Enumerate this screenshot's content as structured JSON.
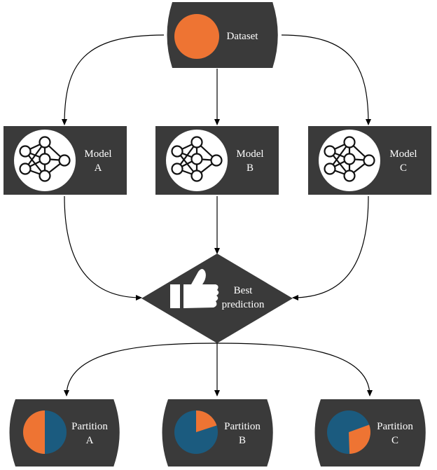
{
  "dataset": {
    "label": "Dataset"
  },
  "models": [
    {
      "line1": "Model",
      "line2": "A"
    },
    {
      "line1": "Model",
      "line2": "B"
    },
    {
      "line1": "Model",
      "line2": "C"
    }
  ],
  "decision": {
    "line1": "Best",
    "line2": "prediction"
  },
  "partitions": [
    {
      "line1": "Partition",
      "line2": "A",
      "orange_fraction": 0.5
    },
    {
      "line1": "Partition",
      "line2": "B",
      "orange_fraction": 0.2
    },
    {
      "line1": "Partition",
      "line2": "C",
      "orange_fraction": 0.3
    }
  ],
  "icons": {
    "dataset": "orange-circle-icon",
    "model": "neural-network-icon",
    "decision": "thumbs-up-icon"
  },
  "colors": {
    "node_fill": "#3a3a3a",
    "accent_orange": "#ee7433",
    "accent_blue": "#1b5b7f",
    "text": "#ffffff",
    "arrow": "#000000"
  }
}
